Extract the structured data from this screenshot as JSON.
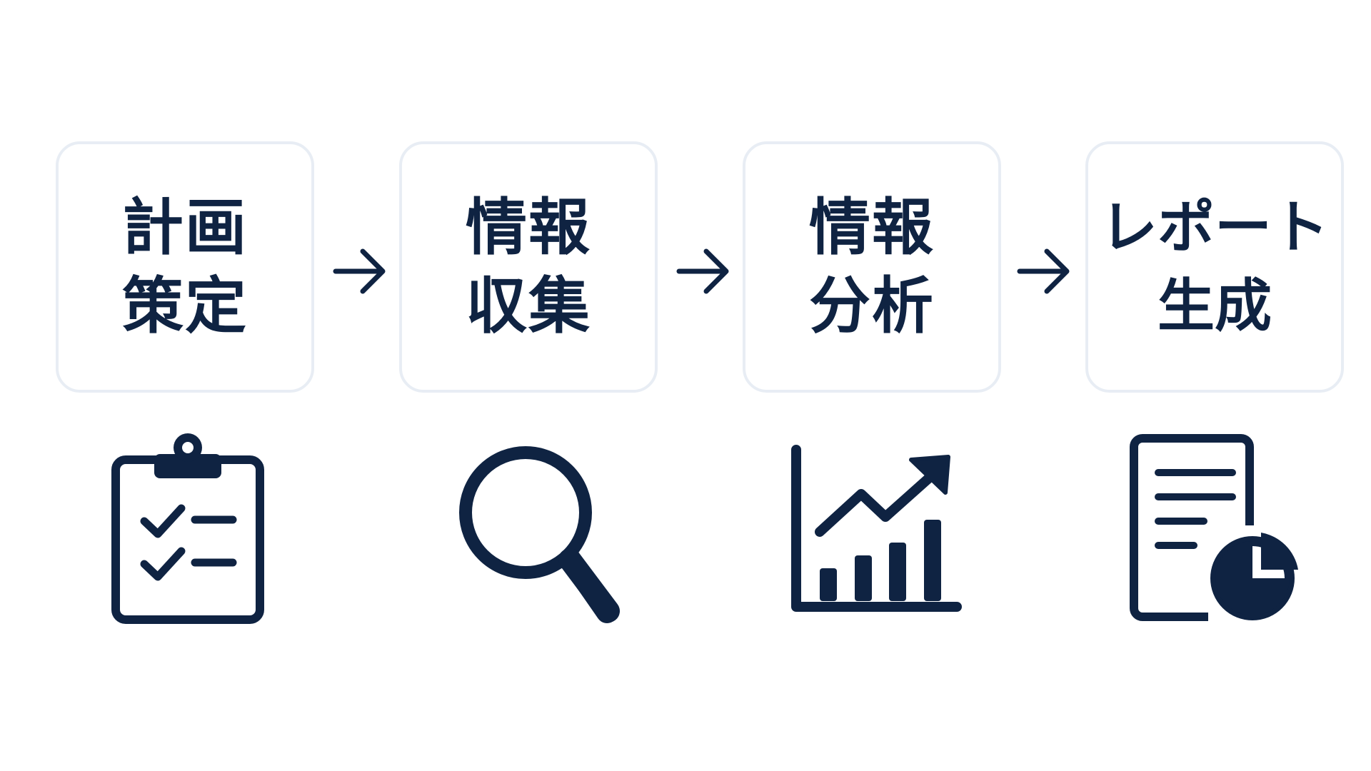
{
  "steps": [
    {
      "label": "計画\n策定",
      "icon": "clipboard-checklist-icon"
    },
    {
      "label": "情報\n収集",
      "icon": "magnifier-icon"
    },
    {
      "label": "情報\n分析",
      "icon": "growth-chart-icon"
    },
    {
      "label": "レポート\n生成",
      "icon": "report-pie-chart-icon"
    }
  ],
  "colors": {
    "ink": "#0f2342",
    "box_border": "#e8edf4",
    "background": "#ffffff"
  }
}
